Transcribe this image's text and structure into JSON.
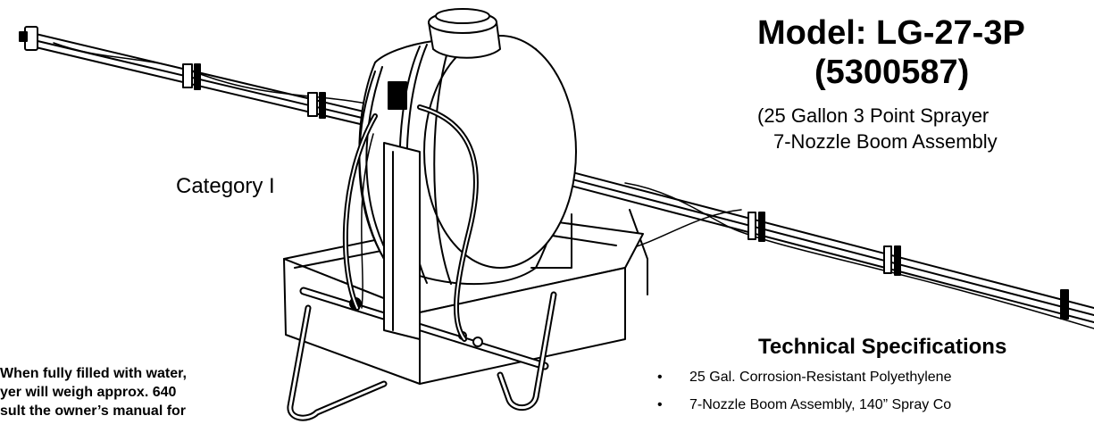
{
  "model": {
    "title": "Model: LG-27-3P",
    "part_number": "(5300587)",
    "subtitle_line1": "(25 Gallon 3 Point Sprayer",
    "subtitle_line2": "7-Nozzle Boom Assembly"
  },
  "category_label": "Category I",
  "tech_specs": {
    "heading": "Technical Specifications",
    "items": [
      "25 Gal. Corrosion-Resistant Polyethylene",
      "7-Nozzle Boom Assembly, 140” Spray Co"
    ],
    "bullet": "•"
  },
  "warning_note": {
    "lines": [
      "When fully filled with water,",
      "yer will weigh approx. 640",
      "sult the owner’s manual for"
    ]
  },
  "illustration": {
    "icon": "three-point-sprayer-drawing",
    "line_color": "#000000",
    "fill_color": "#ffffff"
  }
}
